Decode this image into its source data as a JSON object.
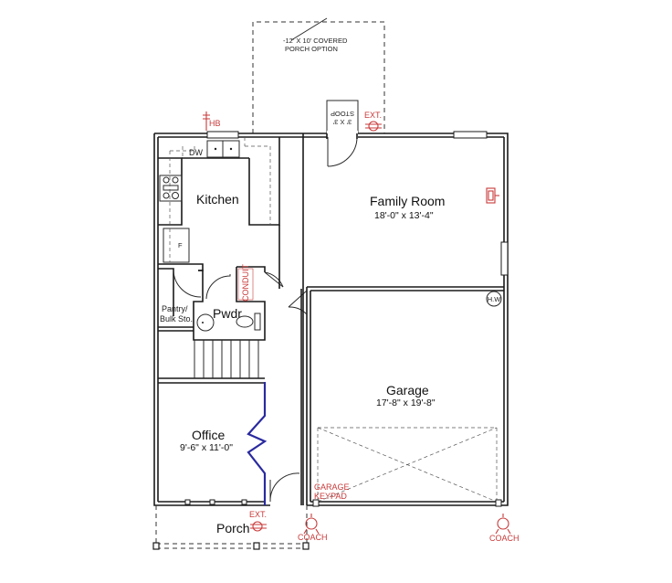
{
  "plan": {
    "covered_porch_option": {
      "line1": "-12' X 10' COVERED",
      "line2": "PORCH OPTION"
    },
    "stoop": {
      "line1": "3' X 3'",
      "line2": "STOOP"
    },
    "rooms": {
      "kitchen": {
        "name": "Kitchen"
      },
      "family_room": {
        "name": "Family Room",
        "dimensions": "18'-0\" x 13'-4\""
      },
      "garage": {
        "name": "Garage",
        "dimensions": "17'-8\" x 19'-8\""
      },
      "office": {
        "name": "Office",
        "dimensions": "9'-6\" x 11'-0\""
      },
      "powder": {
        "name": "Pwdr"
      },
      "pantry": {
        "line1": "Pantry/",
        "line2": "Bulk Sto."
      },
      "porch": {
        "name": "Porch"
      }
    },
    "fixtures": {
      "dishwasher": "DW",
      "fridge": "F",
      "water_heater": "H.W",
      "conduit": "CONDUIT"
    },
    "electrical": {
      "hose_bib": "HB",
      "ext_light_rear": "EXT.",
      "ext_light_front": "EXT.",
      "coach_left": "COACH",
      "coach_right": "COACH",
      "garage_keypad_line1": "GARAGE",
      "garage_keypad_line2": "KEYPAD"
    },
    "colors": {
      "wall": "#1a1a1a",
      "electrical": "#c83a3a",
      "bifold_door": "#2a2aa0"
    }
  }
}
